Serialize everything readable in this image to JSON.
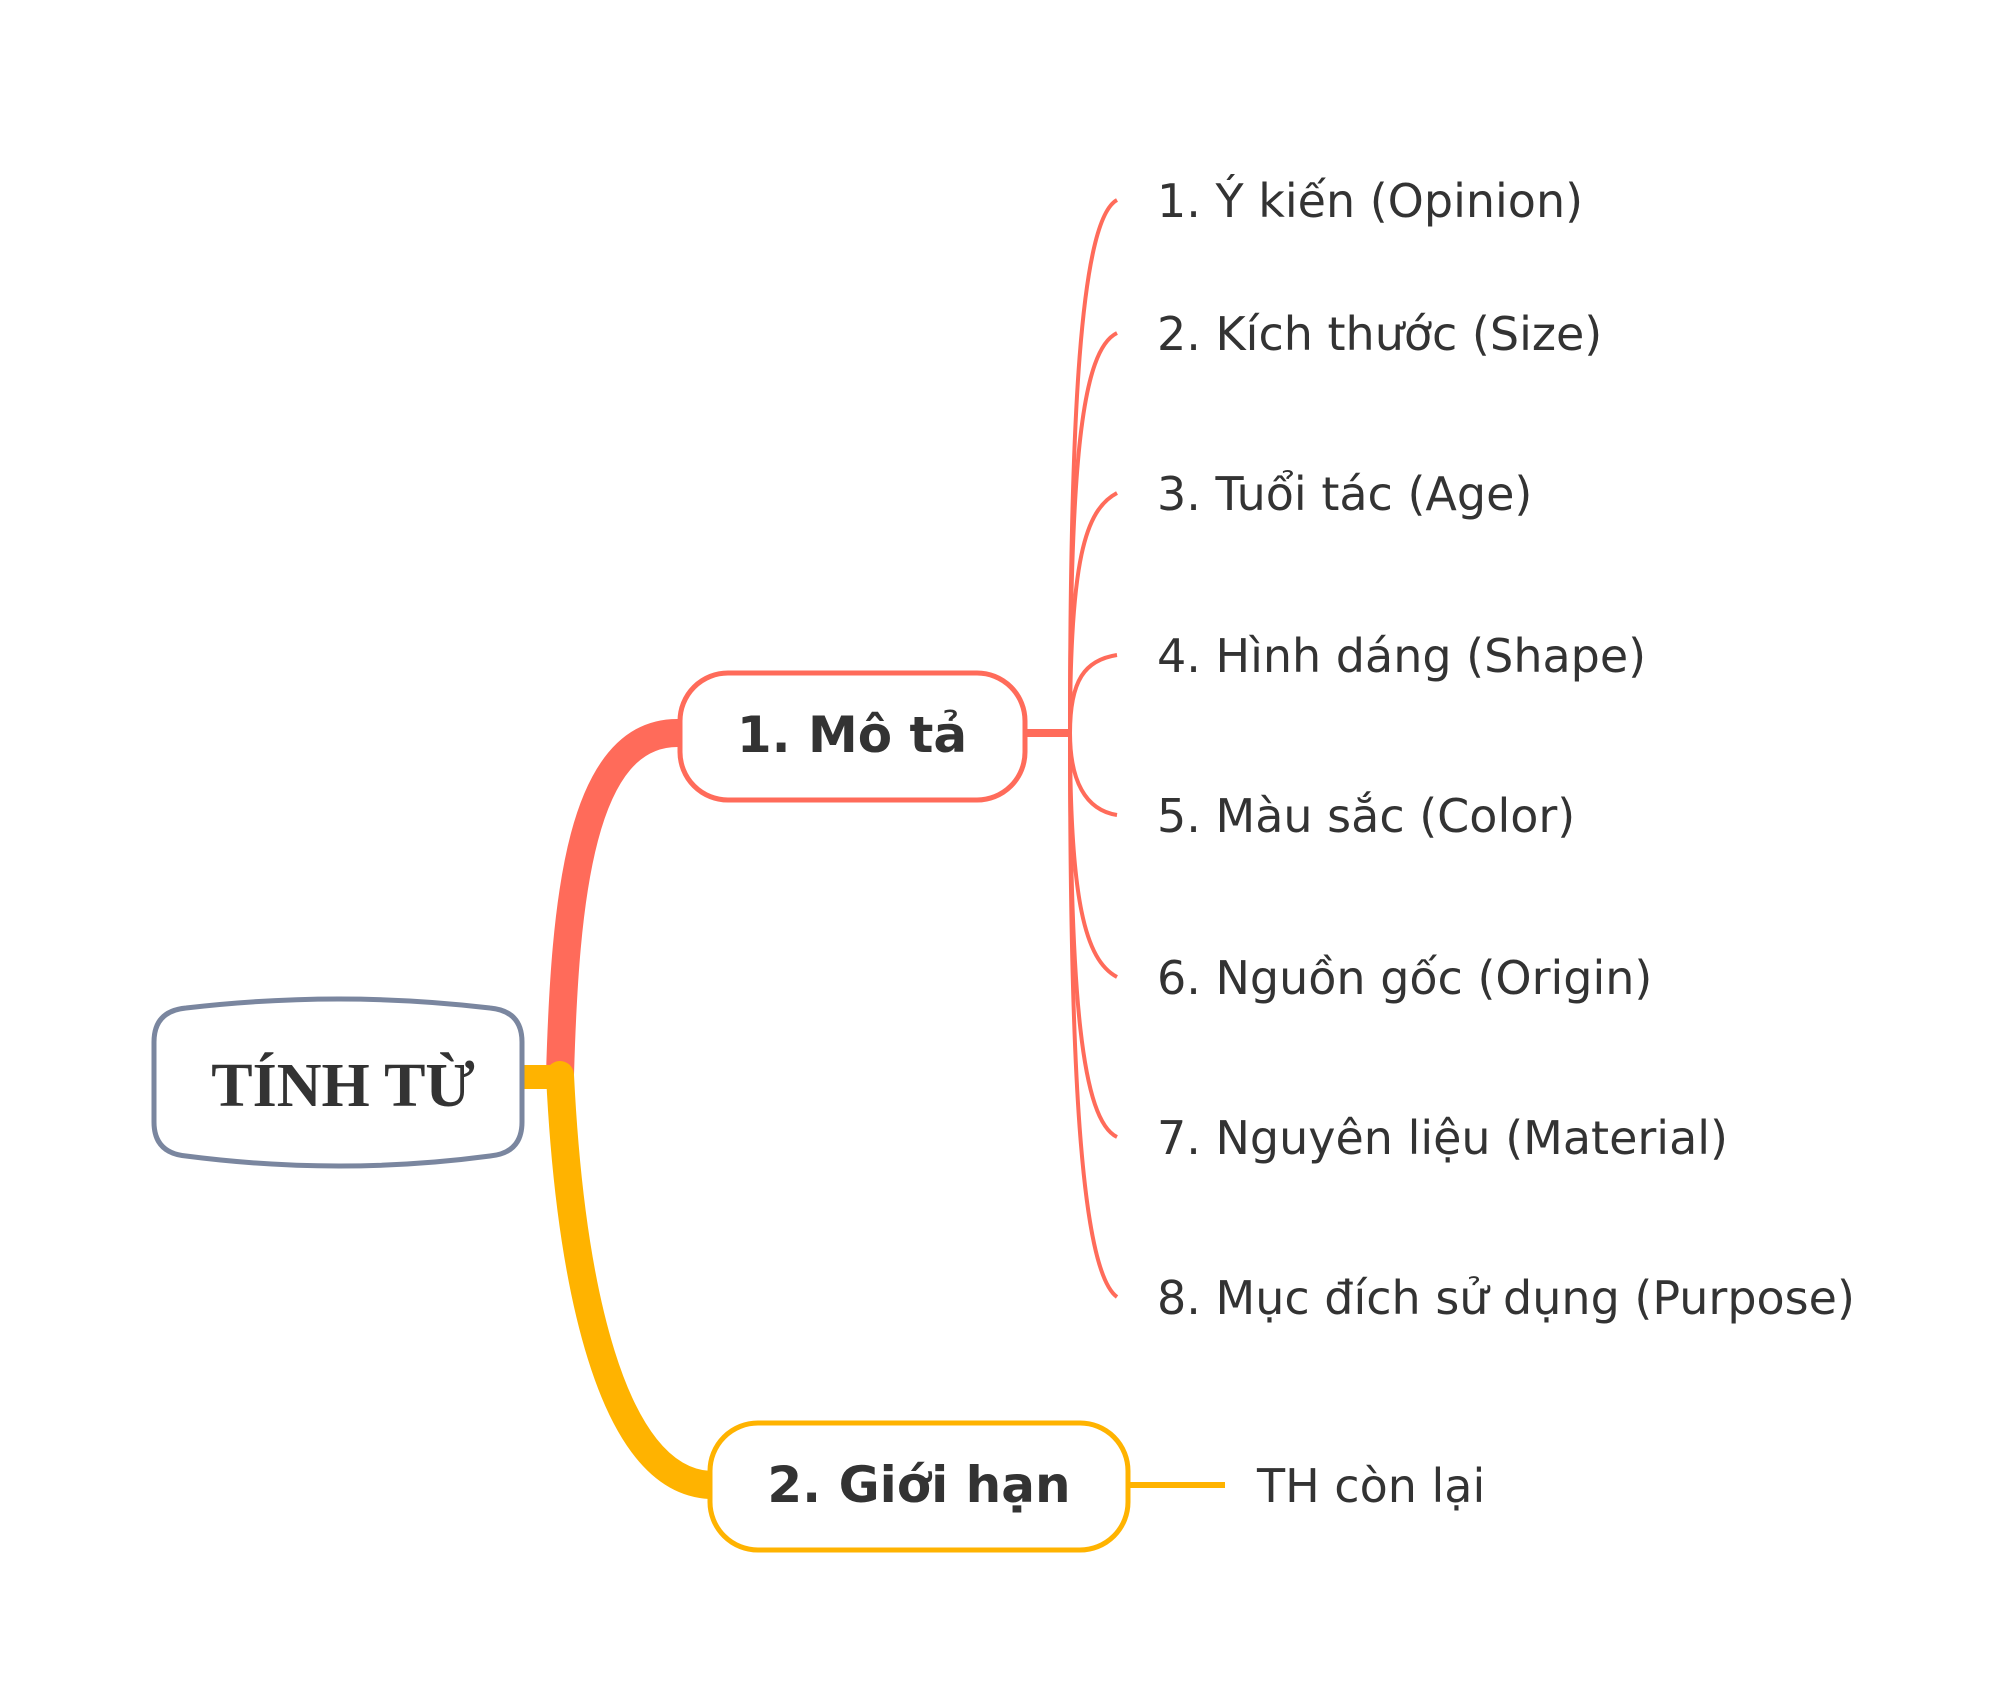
{
  "colors": {
    "root_border": "#7a869f",
    "branch_1": "#ff6b5a",
    "branch_2": "#ffb300",
    "text": "#333333",
    "background": "#ffffff"
  },
  "root": {
    "label": "TÍNH TỪ"
  },
  "branches": [
    {
      "label": "1. Mô tả",
      "children": [
        "1. Ý kiến (Opinion)",
        "2. Kích thước (Size)",
        "3. Tuổi tác (Age)",
        "4. Hình dáng (Shape)",
        "5. Màu sắc (Color)",
        "6. Nguồn gốc (Origin)",
        "7. Nguyên liệu (Material)",
        "8. Mục đích sử dụng (Purpose)"
      ]
    },
    {
      "label": "2. Giới hạn",
      "children": [
        "TH còn lại"
      ]
    }
  ]
}
